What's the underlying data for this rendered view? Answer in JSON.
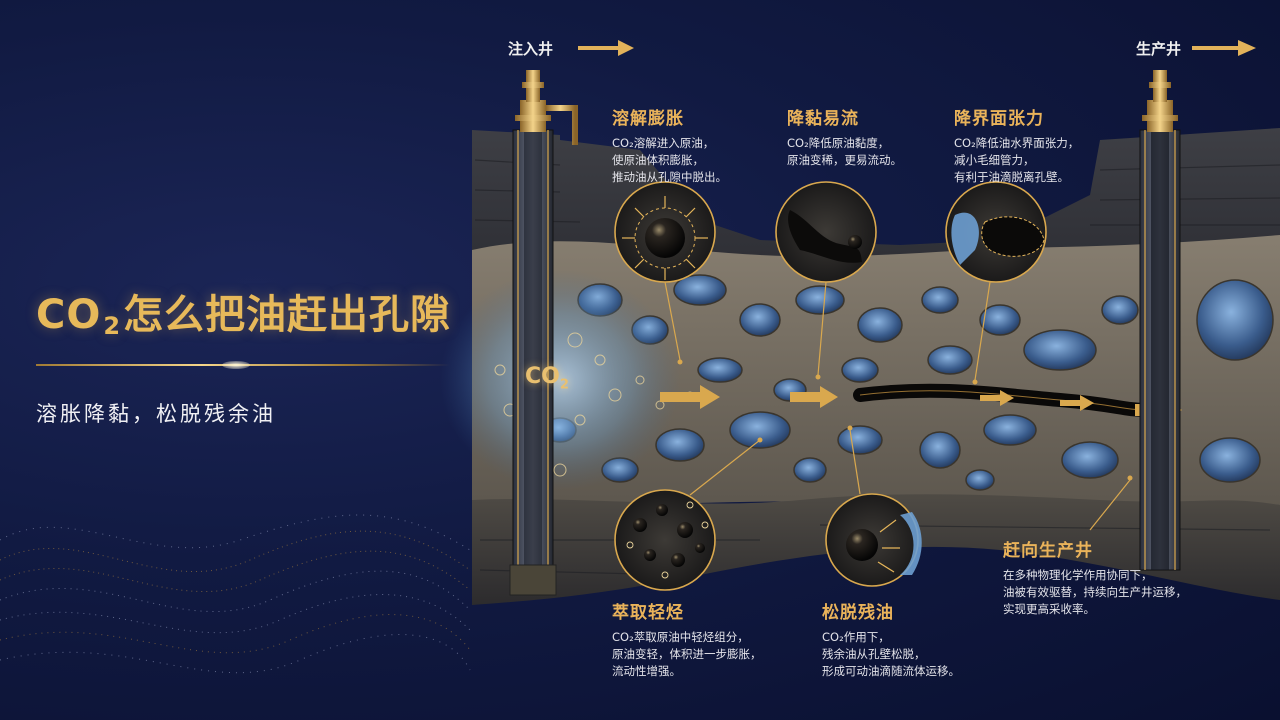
{
  "title": {
    "prefix": "CO",
    "sub": "2",
    "rest": "怎么把油赶出孔隙"
  },
  "subtitle": "溶胀降黏，松脱残余油",
  "wells": {
    "injection": {
      "label": "注入井"
    },
    "production": {
      "label": "生产井"
    }
  },
  "co2_label": {
    "prefix": "CO",
    "sub": "2"
  },
  "annotations": {
    "swelling": {
      "heading": "溶解膨胀",
      "lines": [
        "CO₂溶解进入原油，",
        "使原油体积膨胀，",
        "推动油从孔隙中脱出。"
      ]
    },
    "viscosity": {
      "heading": "降黏易流",
      "lines": [
        "CO₂降低原油黏度，",
        "原油变稀，更易流动。"
      ]
    },
    "tension": {
      "heading": "降界面张力",
      "lines": [
        "CO₂降低油水界面张力，",
        "减小毛细管力，",
        "有利于油滴脱离孔壁。"
      ]
    },
    "extraction": {
      "heading": "萃取轻烃",
      "lines": [
        "CO₂萃取原油中轻烃组分，",
        "原油变轻，体积进一步膨胀，",
        "流动性增强。"
      ]
    },
    "release": {
      "heading": "松脱残油",
      "lines": [
        "CO₂作用下，",
        "残余油从孔壁松脱，",
        "形成可动油滴随流体运移。"
      ]
    },
    "toward": {
      "heading": "赶向生产井",
      "lines": [
        "在多种物理化学作用协同下，",
        "油被有效驱替，持续向生产井运移，",
        "实现更高采收率。"
      ]
    }
  },
  "colors": {
    "accent": "#e7b95a",
    "background": "#111a42",
    "rock": "#6e675d",
    "oil": "#0c0c0c",
    "water": "#6d9ed1"
  }
}
